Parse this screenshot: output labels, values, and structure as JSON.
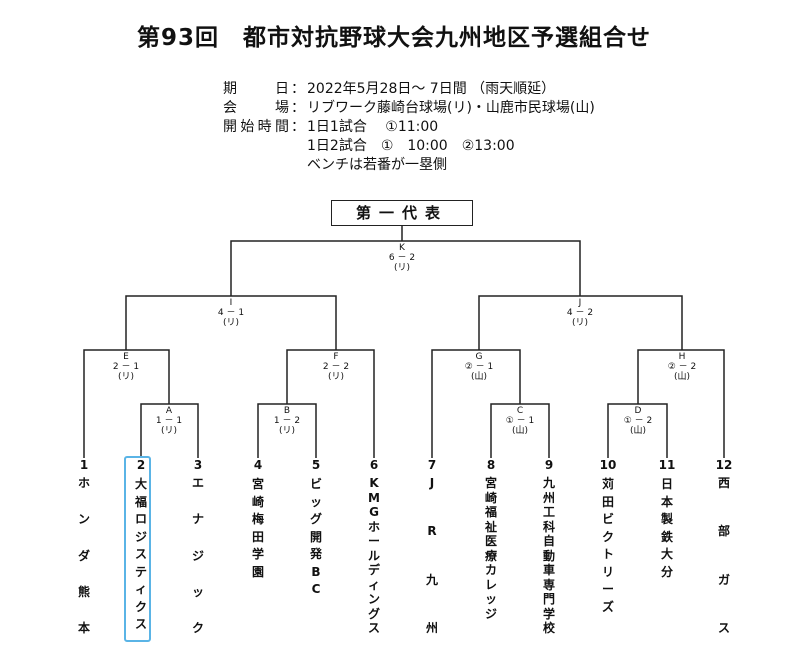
{
  "title": "第93回　都市対抗野球大会九州地区予選組合せ",
  "info": {
    "date_label": "期　日",
    "date_value": "2022年5月28日～ 7日間 （雨天順延）",
    "venue_label": "会　場",
    "venue_value": "リブワーク藤崎台球場(リ)・山鹿市民球場(山)",
    "start_label": "開始時間",
    "start_value1": "1日1試合　 ①11:00",
    "start_value2": "1日2試合　①　10:00　②13:00",
    "bench_note": "ベンチは若番が一塁側",
    "colon": "："
  },
  "representative": "第一代表",
  "matches": {
    "K": {
      "id": "K",
      "score": "6 － 2",
      "venue": "(リ)"
    },
    "I": {
      "id": "I",
      "score": "4 － 1",
      "venue": "(リ)"
    },
    "J": {
      "id": "J",
      "score": "4 － 2",
      "venue": "(リ)"
    },
    "E": {
      "id": "E",
      "score": "2 － 1",
      "venue": "(リ)"
    },
    "F": {
      "id": "F",
      "score": "2 － 2",
      "venue": "(リ)"
    },
    "G": {
      "id": "G",
      "score": "② － 1",
      "venue": "(山)"
    },
    "H": {
      "id": "H",
      "score": "② － 2",
      "venue": "(山)"
    },
    "A": {
      "id": "A",
      "score": "1 － 1",
      "venue": "(リ)"
    },
    "B": {
      "id": "B",
      "score": "1 － 2",
      "venue": "(リ)"
    },
    "C": {
      "id": "C",
      "score": "① － 1",
      "venue": "(山)"
    },
    "D": {
      "id": "D",
      "score": "① － 2",
      "venue": "(山)"
    }
  },
  "teams": [
    {
      "num": "1",
      "chars": [
        "ホ",
        "ン",
        "ダ",
        "熊",
        "本"
      ]
    },
    {
      "num": "2",
      "chars": [
        "大",
        "福",
        "ロ",
        "ジ",
        "ス",
        "テ",
        "ィ",
        "ク",
        "ス"
      ]
    },
    {
      "num": "3",
      "chars": [
        "エ",
        "ナ",
        "ジ",
        "ッ",
        "ク"
      ]
    },
    {
      "num": "4",
      "chars": [
        "宮",
        "崎",
        "梅",
        "田",
        "学",
        "園"
      ]
    },
    {
      "num": "5",
      "chars": [
        "ビ",
        "ッ",
        "グ",
        "開",
        "発",
        "B",
        "C"
      ]
    },
    {
      "num": "6",
      "chars": [
        "K",
        "M",
        "G",
        "ホ",
        "ー",
        "ル",
        "デ",
        "ィ",
        "ン",
        "グ",
        "ス"
      ]
    },
    {
      "num": "7",
      "chars": [
        "J",
        "R",
        "九",
        "州"
      ]
    },
    {
      "num": "8",
      "chars": [
        "宮",
        "崎",
        "福",
        "祉",
        "医",
        "療",
        "カ",
        "レ",
        "ッ",
        "ジ"
      ]
    },
    {
      "num": "9",
      "chars": [
        "九",
        "州",
        "工",
        "科",
        "自",
        "動",
        "車",
        "専",
        "門",
        "学",
        "校"
      ]
    },
    {
      "num": "10",
      "chars": [
        "苅",
        "田",
        "ビ",
        "ク",
        "ト",
        "リ",
        "ー",
        "ズ"
      ]
    },
    {
      "num": "11",
      "chars": [
        "日",
        "本",
        "製",
        "鉄",
        "大",
        "分"
      ]
    },
    {
      "num": "12",
      "chars": [
        "西",
        "部",
        "ガ",
        "ス"
      ]
    }
  ],
  "colors": {
    "line": "#222222",
    "highlight": "#5ab4e6"
  }
}
